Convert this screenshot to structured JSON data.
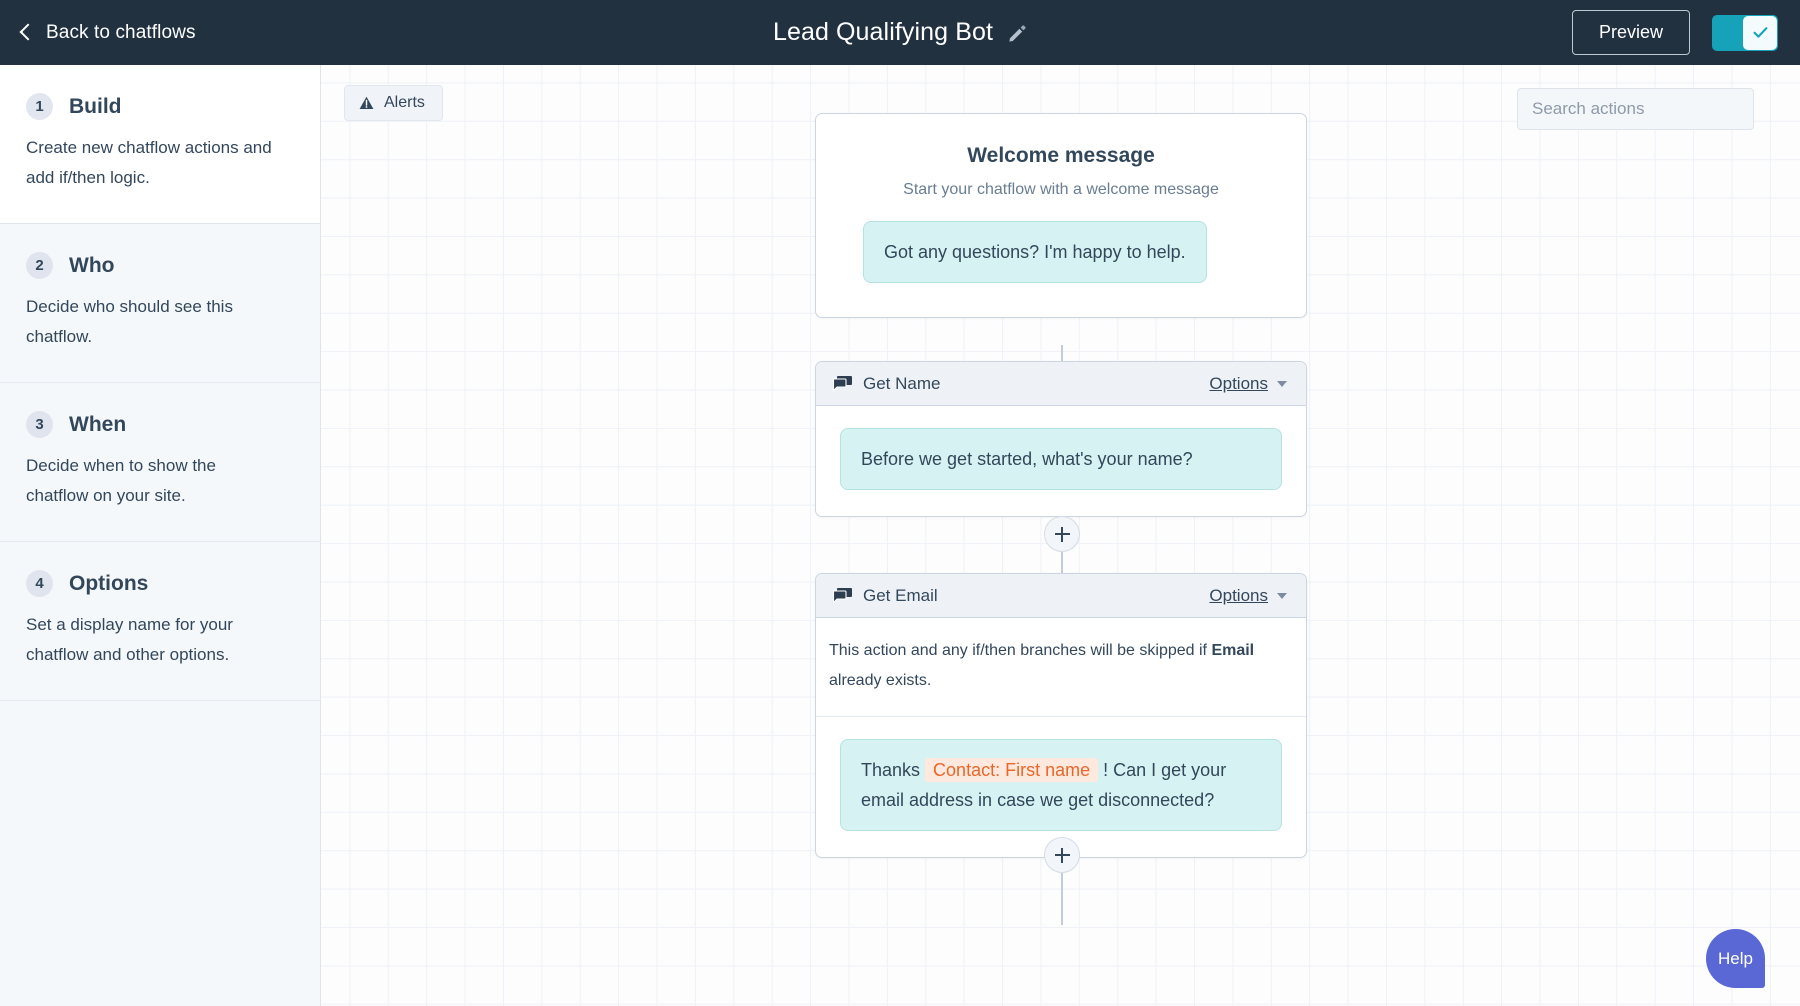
{
  "topbar": {
    "back_label": "Back to chatflows",
    "title": "Lead Qualifying Bot",
    "preview_label": "Preview",
    "toggle_state": "on",
    "accent_teal": "#16a3ba",
    "bar_bg": "#21313f"
  },
  "sidebar": {
    "steps": [
      {
        "num": "1",
        "title": "Build",
        "desc": "Create new chatflow actions and add if/then logic.",
        "active": true
      },
      {
        "num": "2",
        "title": "Who",
        "desc": "Decide who should see this chatflow.",
        "active": false
      },
      {
        "num": "3",
        "title": "When",
        "desc": "Decide when to show the chatflow on your site.",
        "active": false
      },
      {
        "num": "4",
        "title": "Options",
        "desc": "Set a display name for your chatflow and other options.",
        "active": false
      }
    ]
  },
  "canvas": {
    "alerts_label": "Alerts",
    "search_placeholder": "Search actions",
    "search_value": "",
    "help_label": "Help"
  },
  "flow": {
    "welcome": {
      "title": "Welcome message",
      "subtitle": "Start your chatflow with a welcome message",
      "bubble": "Got any questions? I'm happy to help."
    },
    "get_name": {
      "header": "Get Name",
      "options_label": "Options",
      "bubble": "Before we get started, what's your name?"
    },
    "get_email": {
      "header": "Get Email",
      "options_label": "Options",
      "note_pre": "This action and any if/then branches will be skipped if ",
      "note_bold": "Email",
      "note_post": " already exists.",
      "bubble_pre": "Thanks",
      "bubble_token": "Contact: First name",
      "bubble_post": "! Can I get your email address in case we get disconnected?"
    }
  }
}
